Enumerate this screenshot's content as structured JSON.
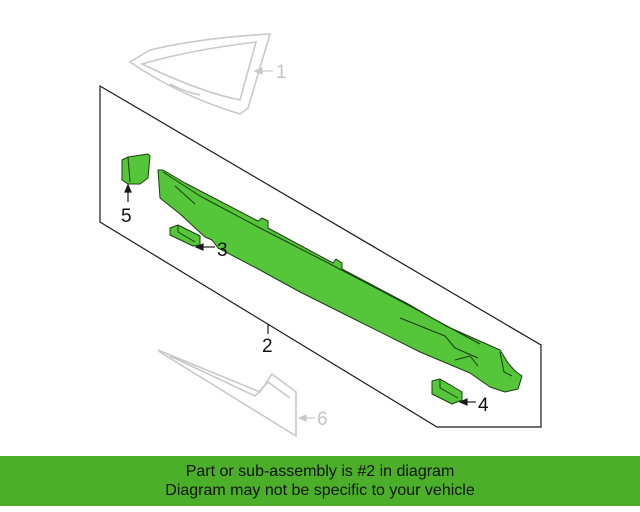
{
  "diagram": {
    "callouts": [
      {
        "number": "1",
        "state": "faded"
      },
      {
        "number": "2",
        "state": "active"
      },
      {
        "number": "3",
        "state": "active"
      },
      {
        "number": "4",
        "state": "active"
      },
      {
        "number": "5",
        "state": "active"
      },
      {
        "number": "6",
        "state": "faded"
      }
    ]
  },
  "banner": {
    "line1": "Part or sub-assembly is #2 in diagram",
    "line2": "Diagram may not be specific to your vehicle"
  },
  "colors": {
    "highlight_fill": "#55c53a",
    "highlight_stroke": "#1a3d10",
    "faded": "#c8c8c8",
    "banner_bg": "#4caf2a"
  }
}
